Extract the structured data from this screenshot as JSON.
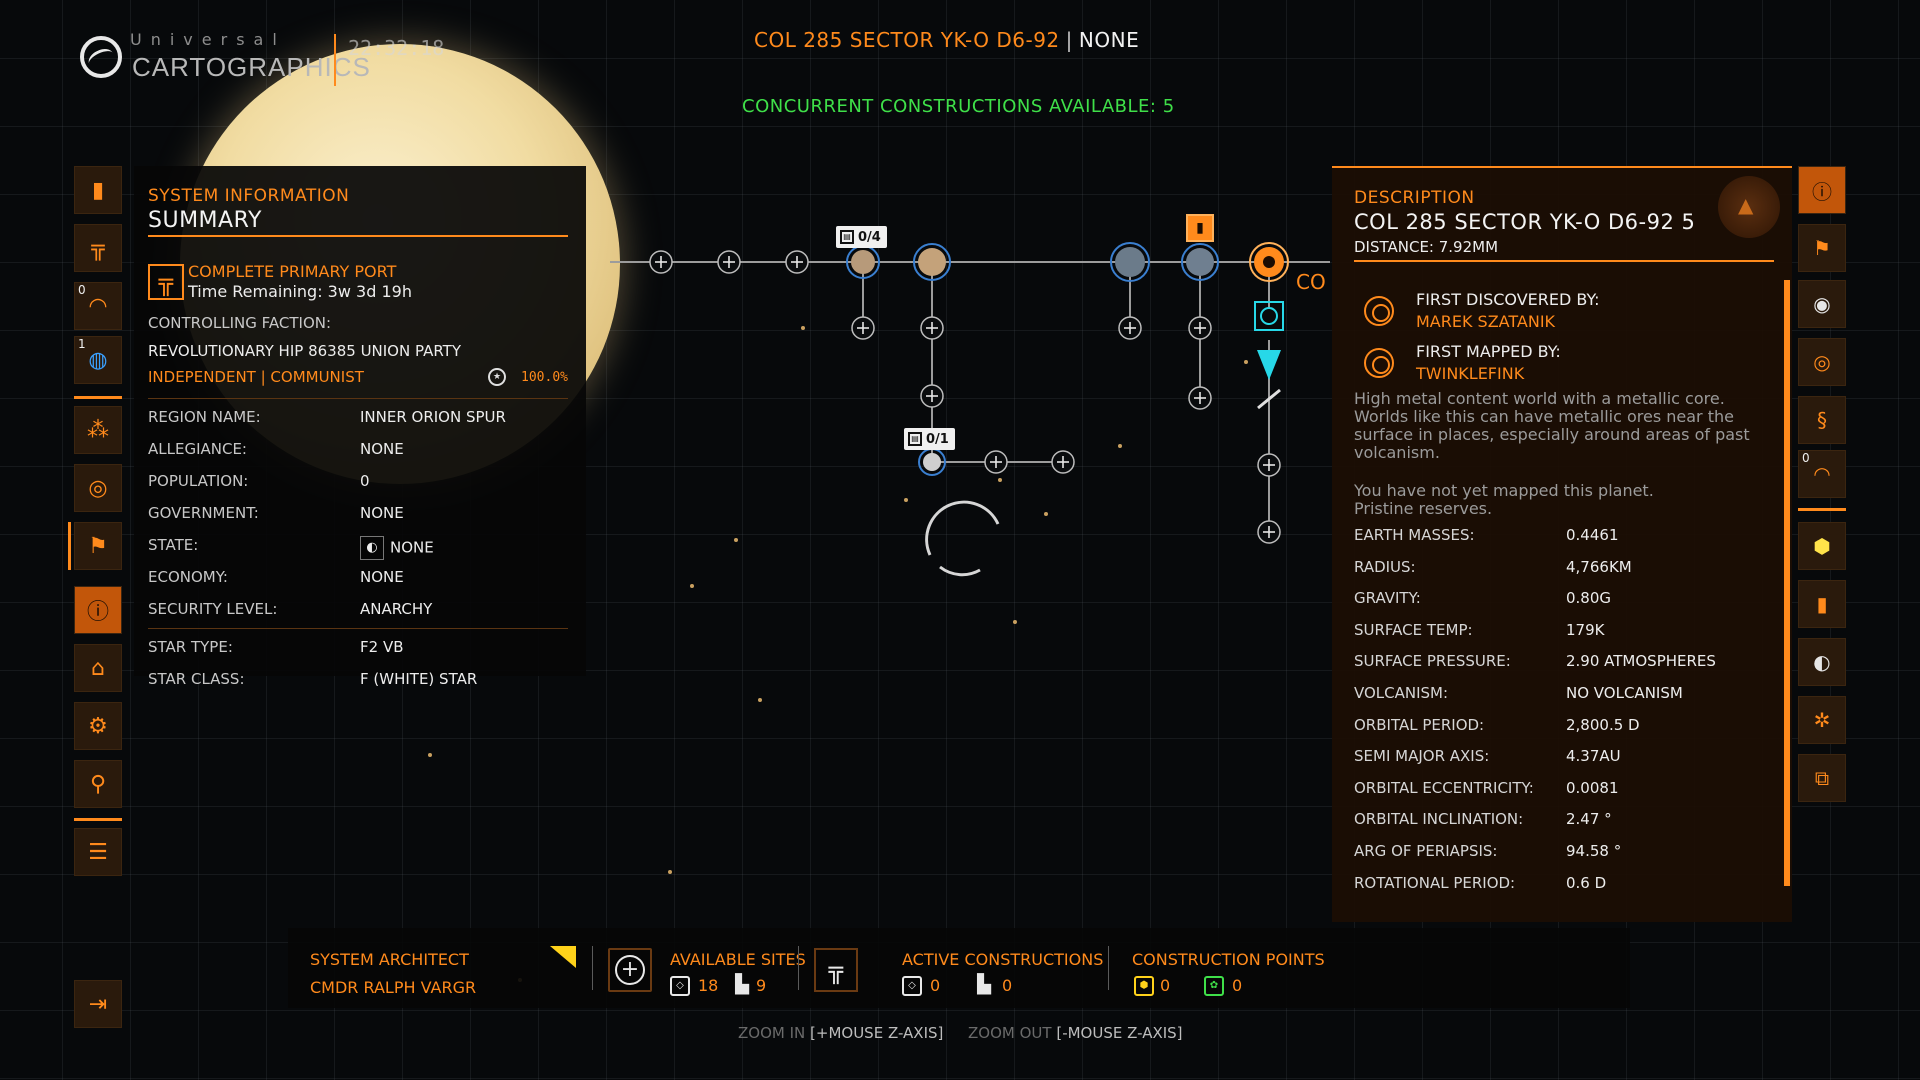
{
  "app": {
    "logo_line1": "Universal",
    "logo_line2": "CARTOGRAPHICS",
    "clock": "22:32:18"
  },
  "header": {
    "system_name": "COL 285 SECTOR YK-O D6-92",
    "separator": "|",
    "status": "NONE",
    "concurrent_label": "CONCURRENT CONSTRUCTIONS AVAILABLE: 5"
  },
  "left_sidebar": {
    "items": [
      {
        "icon": "bookmark-icon",
        "label": ""
      },
      {
        "icon": "construction-icon",
        "label": ""
      },
      {
        "icon": "planet-icon",
        "badge": "0"
      },
      {
        "icon": "globe-icon",
        "badge": "1"
      },
      {
        "icon": "route-icon"
      },
      {
        "icon": "target-icon"
      },
      {
        "icon": "flag-planet-icon"
      },
      {
        "icon": "info-icon"
      },
      {
        "icon": "bank-icon"
      },
      {
        "icon": "gear-icon"
      },
      {
        "icon": "location-pin-icon"
      },
      {
        "icon": "list-icon"
      }
    ],
    "exit_icon": "exit-icon"
  },
  "system_info": {
    "section_label": "SYSTEM INFORMATION",
    "title": "SUMMARY",
    "port": {
      "title": "COMPLETE PRIMARY PORT",
      "time_remaining": "Time Remaining: 3w 3d 19h"
    },
    "controlling_faction_label": "CONTROLLING FACTION:",
    "controlling_faction": "REVOLUTIONARY HIP 86385 UNION PARTY",
    "faction_type": "INDEPENDENT | COMMUNIST",
    "influence": "100.0%",
    "details": [
      {
        "label": "REGION NAME:",
        "value": "INNER ORION SPUR"
      },
      {
        "label": "ALLEGIANCE:",
        "value": "NONE"
      },
      {
        "label": "POPULATION:",
        "value": "0"
      },
      {
        "label": "GOVERNMENT:",
        "value": "NONE"
      },
      {
        "label": "STATE:",
        "value": "NONE"
      },
      {
        "label": "ECONOMY:",
        "value": "NONE"
      },
      {
        "label": "SECURITY LEVEL:",
        "value": "ANARCHY"
      }
    ],
    "star": [
      {
        "label": "STAR TYPE:",
        "value": "F2 VB"
      },
      {
        "label": "STAR CLASS:",
        "value": "F (WHITE) STAR"
      }
    ]
  },
  "map": {
    "tag_a": "0/4",
    "tag_b": "0/1",
    "partial_label": "CO"
  },
  "description": {
    "section_label": "DESCRIPTION",
    "title": "COL 285 SECTOR YK-O D6-92 5",
    "distance": "DISTANCE: 7.92MM",
    "first_discovered_label": "FIRST DISCOVERED BY:",
    "first_discovered_by": "MAREK SZATANIK",
    "first_mapped_label": "FIRST MAPPED BY:",
    "first_mapped_by": "TWINKLEFINK",
    "text_line1": "High metal content world with a metallic core.",
    "text_line2": "Worlds like this can have metallic ores near the",
    "text_line3": "surface in places, especially around areas of past",
    "text_line4": "volcanism.",
    "note_line1": "You have not yet mapped this planet.",
    "note_line2": "Pristine reserves.",
    "properties": [
      {
        "label": "EARTH MASSES:",
        "value": "0.4461"
      },
      {
        "label": "RADIUS:",
        "value": "4,766KM"
      },
      {
        "label": "GRAVITY:",
        "value": "0.80G"
      },
      {
        "label": "SURFACE TEMP:",
        "value": "179K"
      },
      {
        "label": "SURFACE PRESSURE:",
        "value": "2.90 ATMOSPHERES"
      },
      {
        "label": "VOLCANISM:",
        "value": "NO VOLCANISM"
      },
      {
        "label": "ORBITAL PERIOD:",
        "value": "2,800.5 D"
      },
      {
        "label": "SEMI MAJOR AXIS:",
        "value": "4.37AU"
      },
      {
        "label": "ORBITAL ECCENTRICITY:",
        "value": "0.0081"
      },
      {
        "label": "ORBITAL INCLINATION:",
        "value": "2.47 °"
      },
      {
        "label": "ARG OF PERIAPSIS:",
        "value": "94.58 °"
      },
      {
        "label": "ROTATIONAL PERIOD:",
        "value": "0.6 D"
      }
    ]
  },
  "right_sidebar": {
    "items": [
      {
        "icon": "info-eye-icon"
      },
      {
        "icon": "flag-icon"
      },
      {
        "icon": "eye-icon"
      },
      {
        "icon": "star-system-icon"
      },
      {
        "icon": "dna-icon"
      },
      {
        "icon": "planet-icon",
        "badge": "0"
      },
      {
        "icon": "pin-icon"
      },
      {
        "icon": "bookmark-icon"
      },
      {
        "icon": "moon-icon"
      },
      {
        "icon": "cluster-icon"
      },
      {
        "icon": "copy-icon"
      }
    ]
  },
  "bottom_bar": {
    "architect_label": "SYSTEM ARCHITECT",
    "architect_name": "CMDR RALPH VARGR",
    "available_sites_label": "AVAILABLE SITES",
    "available_space": "18",
    "available_surface": "9",
    "active_constructions_label": "ACTIVE CONSTRUCTIONS",
    "active_space": "0",
    "active_surface": "0",
    "construction_points_label": "CONSTRUCTION POINTS",
    "points_tier2": "0",
    "points_tier3": "0",
    "zoom_in_label": "ZOOM IN",
    "zoom_in_key": "[+MOUSE Z-AXIS]",
    "zoom_out_label": "ZOOM OUT",
    "zoom_out_key": "[-MOUSE Z-AXIS]"
  },
  "colors": {
    "accent": "#ff8a1c",
    "green": "#3fe049",
    "cyan": "#27d8e8",
    "yellow": "#ffd21a"
  }
}
